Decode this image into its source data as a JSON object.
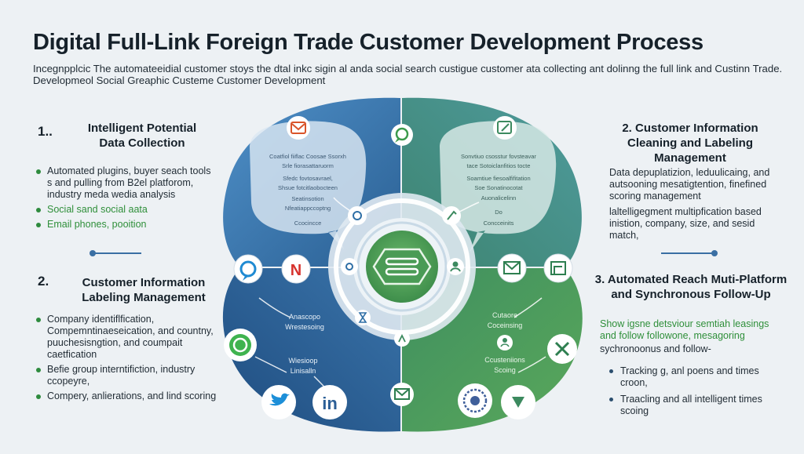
{
  "title": "Digital Full-Link Foreign Trade Customer Development Process",
  "subtitle": "Incegnpplcic The automateeidial customer stoys the dtal inkc sigin al anda social search custigue customer ata collecting ant dolinng the full link and Custinn Trade.  Developmeol Social Greaphic Custeme Customer Development",
  "sections": {
    "s1": {
      "num": "1..",
      "heading": "Intelligent Potential Data Collection",
      "bullets": [
        "Automated plugins, buyer seach tools s and pulling from B2el platforom, industry meda wedia analysis",
        "Social sand social aata",
        "Email phones,  pooition"
      ]
    },
    "s2": {
      "num": "2.",
      "heading": "Customer Information Labeling Management",
      "bullets": [
        "Company identiflfication, Compemntinaeseication, and countny, puuchesisngtion, and coumpait caetfication",
        "Befie group interntifiction, industry ccopeyre,",
        "Compery, anlierations, and lind scoring"
      ]
    },
    "s3": {
      "heading": "2. Customer Information Cleaning and Labeling Management",
      "body": "Data depuplatizion, leduulicaing, and autsooning mesatigtention, finefined scoring management",
      "body2": "laltelligegment multipfication based inistion, company, size, and sesid match,"
    },
    "s4": {
      "heading": "3. Automated Reach Muti-Platform and Synchronous Follow-Up",
      "body_green": "Show igsne detsviour semtiah leasings and follow followone, mesagoring",
      "body": "sychronoonus and follow-",
      "bullets": [
        "Tracking g, anl poens and times croon,",
        "Traacling and all intelligent times scoing"
      ]
    }
  },
  "diagram": {
    "q1": [
      "Coatfiol fiiflac Coosae Ssorxh",
      "Srle fiorasattaruorm",
      "Sfedc fovtosavrael,",
      "Shsue fotcitlaobocteen",
      "Seatinsotion",
      "Nfeatiappccoptng",
      "Ccocincce"
    ],
    "q2": [
      "Sonvtiuo csosstur fovsteavar",
      "tace Sotoiclanfitios tocte",
      "Soamtiue fiesoalfifitation",
      "Soe Sonatinocotat",
      "Auonalicelinn",
      "Do",
      "Concceinits"
    ],
    "q3": [
      "Anascopo",
      "Wrestesoing",
      "Wiesioop",
      "Linisalln"
    ],
    "q4": [
      "Cutaore",
      "Coceinsing",
      "Ccusteniions",
      "Scoing"
    ]
  },
  "colors": {
    "blue": "#2f6fa6",
    "green": "#4a9b55",
    "bg": "#edf1f4"
  },
  "icons": [
    "mail-icon",
    "chat-icon",
    "edit-icon",
    "social-icon",
    "circle-app-icon",
    "flag-icon",
    "envelope-icon",
    "browser-icon",
    "whatsapp-icon",
    "hourglass-icon",
    "hook-icon",
    "settings-icon",
    "people-icon",
    "twitter-icon",
    "linkedin-icon",
    "message-icon",
    "seal-icon",
    "triangle-icon",
    "tools-icon",
    "link-icon"
  ]
}
